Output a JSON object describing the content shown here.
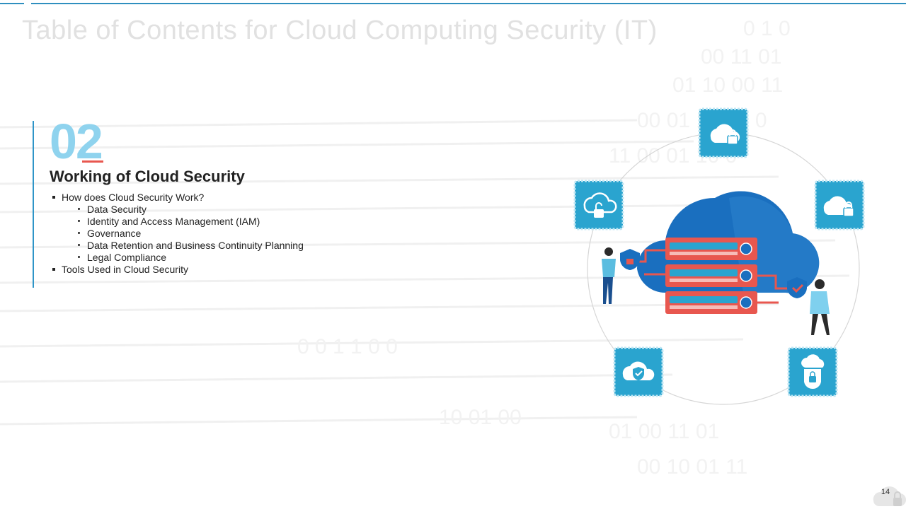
{
  "slide": {
    "title": "Table of Contents for Cloud Computing Security (IT)",
    "section_number": "02",
    "section_heading": "Working of Cloud Security",
    "page_number": "14"
  },
  "toc": {
    "items": [
      {
        "label": "How does Cloud Security Work?",
        "level": 1
      },
      {
        "label": "Data Security",
        "level": 2
      },
      {
        "label": "Identity and Access Management (IAM)",
        "level": 2
      },
      {
        "label": "Governance",
        "level": 2
      },
      {
        "label": "Data Retention and Business Continuity Planning",
        "level": 2
      },
      {
        "label": "Legal Compliance",
        "level": 2
      },
      {
        "label": "Tools Used in Cloud Security",
        "level": 1
      }
    ]
  },
  "illustration": {
    "icons": [
      "cloud-lock-icon",
      "cloud-unlock-icon",
      "cloud-lock-icon",
      "cloud-shield-icon",
      "cloud-badge-lock-icon",
      "server-rack-icon",
      "person-icon",
      "shield-lock-icon",
      "shield-check-icon"
    ]
  },
  "colors": {
    "accent_blue": "#2f95c8",
    "number_blue": "#8fd3ee",
    "accent_red": "#e8574f",
    "cloud_blue": "#1a6fbf",
    "tile_blue": "#2aa4cf",
    "server_red": "#e8574f",
    "title_gray": "#e1e1e1"
  }
}
